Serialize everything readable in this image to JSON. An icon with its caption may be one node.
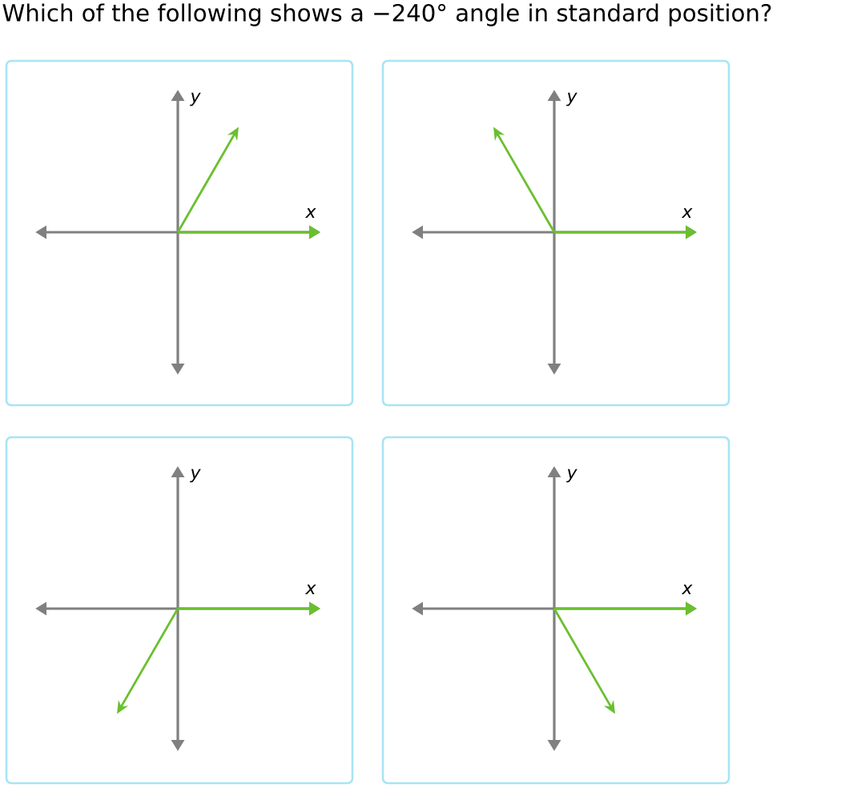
{
  "diagram": {
    "title": "Which of the following shows a −240° angle in standard position?",
    "nodes": [
      {
        "text": [
          "y",
          "x"
        ]
      },
      {
        "text": [
          "y",
          "x"
        ]
      },
      {
        "text": [
          "y",
          "x"
        ]
      },
      {
        "text": [
          "y",
          "x"
        ]
      }
    ]
  }
}
